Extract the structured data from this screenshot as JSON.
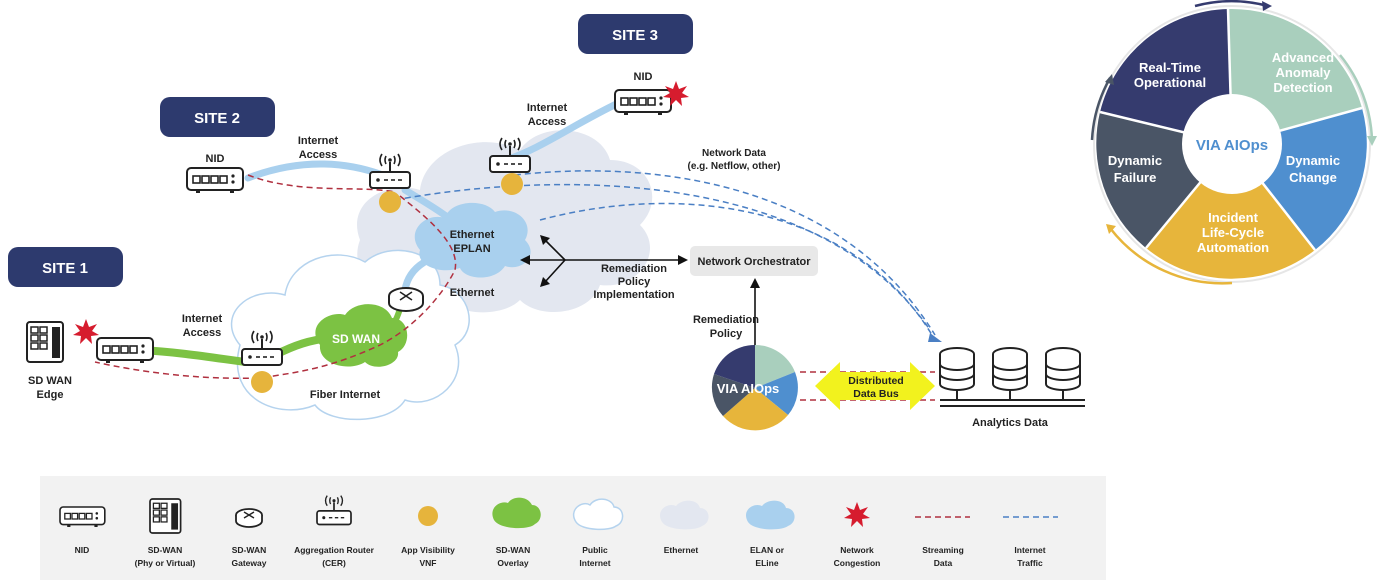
{
  "sites": {
    "site1": "SITE 1",
    "site2": "SITE 2",
    "site3": "SITE 3"
  },
  "labels": {
    "sdwan_edge_1": "SD WAN",
    "sdwan_edge_2": "Edge",
    "inet_access_1a": "Internet",
    "inet_access_1b": "Access",
    "inet_access_2a": "Internet",
    "inet_access_2b": "Access",
    "inet_access_3a": "Internet",
    "inet_access_3b": "Access",
    "nid_site2": "NID",
    "nid_site3": "NID",
    "sdwan_overlay": "SD WAN",
    "fiber_internet": "Fiber Internet",
    "ethernet": "Ethernet",
    "eplan_1": "Ethernet",
    "eplan_2": "EPLAN",
    "network_data_1": "Network Data",
    "network_data_2": "(e.g. Netflow, other)",
    "remediation_impl_1": "Remediation",
    "remediation_impl_2": "Policy",
    "remediation_impl_3": "Implementation",
    "network_orchestrator": "Network Orchestrator",
    "remediation_policy_1": "Remediation",
    "remediation_policy_2": "Policy",
    "via_aiops_pie": "VIA AIOps",
    "data_bus_1": "Distributed",
    "data_bus_2": "Data Bus",
    "analytics_data": "Analytics Data"
  },
  "aiops_wheel": {
    "center": "VIA AIOps",
    "segments": [
      {
        "line1": "Real-Time",
        "line2": "Operational",
        "color": "#353b6e"
      },
      {
        "line1": "Advanced",
        "line2": "Anomaly",
        "line3": "Detection",
        "color": "#a9cfbd"
      },
      {
        "line1": "Dynamic",
        "line2": "Change",
        "color": "#4f8fcf"
      },
      {
        "line1": "Incident",
        "line2": "Life-Cycle",
        "line3": "Automation",
        "color": "#e7b53b"
      },
      {
        "line1": "Dynamic",
        "line2": "Failure",
        "color": "#4a5566"
      }
    ]
  },
  "legend": [
    {
      "line1": "NID",
      "line2": ""
    },
    {
      "line1": "SD-WAN",
      "line2": "(Phy or Virtual)"
    },
    {
      "line1": "SD-WAN",
      "line2": "Gateway"
    },
    {
      "line1": "Aggregation Router",
      "line2": "(CER)"
    },
    {
      "line1": "App Visibility",
      "line2": "VNF"
    },
    {
      "line1": "SD-WAN",
      "line2": "Overlay"
    },
    {
      "line1": "Public",
      "line2": "Internet"
    },
    {
      "line1": "Ethernet",
      "line2": ""
    },
    {
      "line1": "ELAN or",
      "line2": "ELine"
    },
    {
      "line1": "Network",
      "line2": "Congestion"
    },
    {
      "line1": "Streaming",
      "line2": "Data"
    },
    {
      "line1": "Internet",
      "line2": "Traffic"
    }
  ],
  "colors": {
    "navy": "#2d3a6e",
    "green": "#7cc243",
    "light_blue": "#a9d0ee",
    "gold": "#e6b43c",
    "red": "#d61c2e",
    "streaming": "#b0303f",
    "internet_traffic": "#4a7fc4",
    "ethernet_cloud": "#e3e7f0",
    "legend_bg": "#f2f2f2"
  }
}
